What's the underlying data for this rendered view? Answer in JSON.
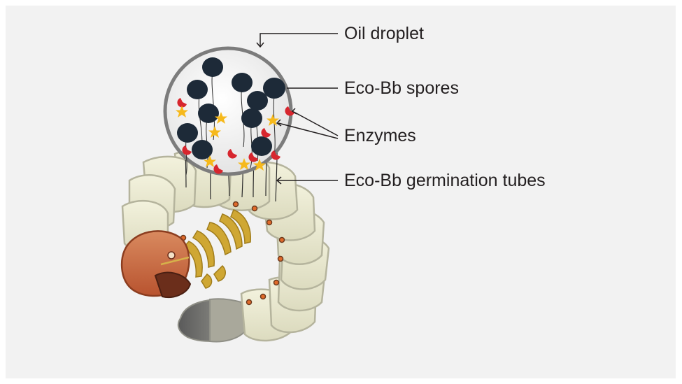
{
  "labels": {
    "oil_droplet": "Oil droplet",
    "spores": "Eco-Bb spores",
    "enzymes": "Enzymes",
    "germination_tubes": "Eco-Bb germination tubes"
  },
  "colors": {
    "background": "#f2f2f2",
    "grub_body": "#ecebd3",
    "grub_segment_edge": "#b5b49d",
    "head": "#c9683f",
    "legs": "#c9a227",
    "droplet_fill": "#f4f4f4",
    "droplet_border": "#7c7c7c",
    "spore": "#1d2a38",
    "enzyme_red": "#d7262e",
    "enzyme_star": "#f6b91c"
  }
}
